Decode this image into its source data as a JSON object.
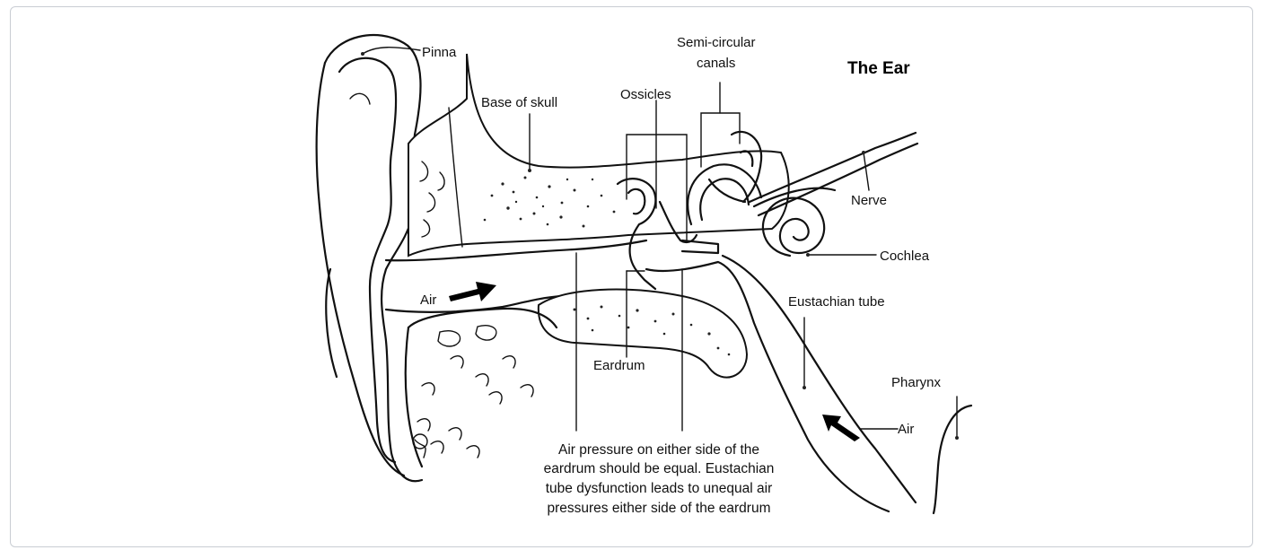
{
  "title": "The Ear",
  "labels": {
    "pinna": "Pinna",
    "semicircular_line1": "Semi-circular",
    "semicircular_line2": "canals",
    "base_of_skull": "Base of skull",
    "ossicles": "Ossicles",
    "nerve": "Nerve",
    "cochlea": "Cochlea",
    "air_outer": "Air",
    "eustachian_tube": "Eustachian tube",
    "eardrum": "Eardrum",
    "pharynx": "Pharynx",
    "air_inner": "Air"
  },
  "note": [
    "Air pressure on either side of the",
    "eardrum should be equal. Eustachian",
    "tube dysfunction leads to unequal air",
    "pressures either side of the eardrum"
  ]
}
